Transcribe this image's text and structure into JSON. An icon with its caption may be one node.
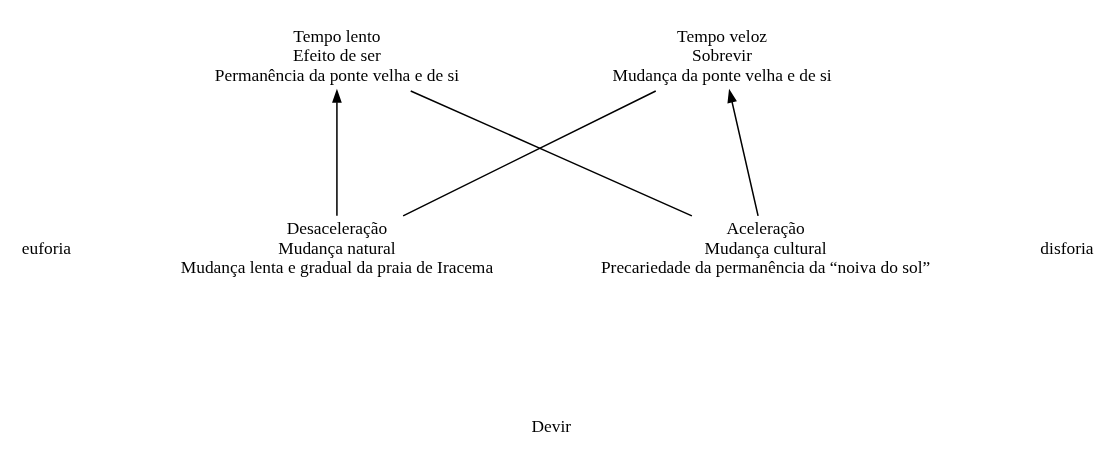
{
  "diagram": {
    "nodes": [
      {
        "text": [
          "Tempo lento",
          "Efeito de ser",
          "Permanência da ponte velha e de si"
        ]
      },
      {
        "text": [
          "Tempo veloz",
          "Sobrevir",
          "Mudança da ponte velha e de si"
        ]
      },
      {
        "text": [
          "Desaceleração",
          "Mudança natural",
          "Mudança lenta e gradual da praia de Iracema"
        ]
      },
      {
        "text": [
          "Aceleração",
          "Mudança cultural",
          "Precariedade da permanência da “noiva do sol”"
        ]
      }
    ],
    "edges": [
      {
        "from": 2,
        "to": 0,
        "arrow": "to"
      },
      {
        "from": 3,
        "to": 1,
        "arrow": "to"
      },
      {
        "from": 2,
        "to": 1,
        "arrow": "none"
      },
      {
        "from": 0,
        "to": 3,
        "arrow": "none"
      }
    ],
    "labels": [
      "euforia",
      "disforia",
      "Devir"
    ]
  }
}
